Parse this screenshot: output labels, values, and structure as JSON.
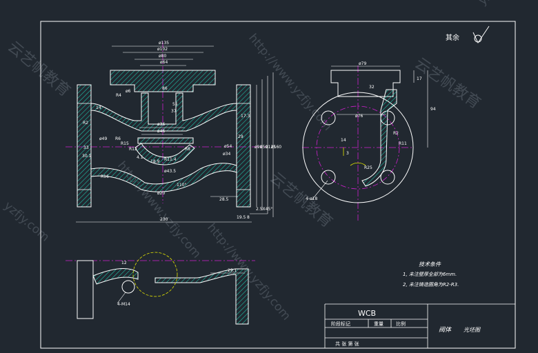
{
  "drawing": {
    "surface_mark": "其余",
    "title": "阀体",
    "subtitle": "光坯图",
    "material": "WCB",
    "tech_requirements": {
      "heading": "技术条件",
      "items": [
        "1, 未注壁厚全部为6mm.",
        "2, 未注铸造圆角为R2-R3."
      ]
    },
    "title_block": {
      "label_mark": "阶段标记",
      "label_weight": "重量",
      "label_scale": "比例",
      "label_sheets": "共 张 第 张"
    }
  },
  "dimensions": {
    "front": [
      "ø135",
      "ø102",
      "ø80",
      "ø64",
      "ø6",
      "86",
      "55",
      "37",
      "ø36",
      "ø46",
      "ø54",
      "14",
      "R2",
      "R4",
      "R6",
      "R12",
      "R15",
      "R11.4",
      "R8",
      "R16",
      "ø49",
      "33",
      "30.1",
      "4.1",
      "18.9",
      "ø43.5",
      "ø20",
      "110°",
      "ø34",
      "29",
      "ø90",
      "ø50",
      "ø125",
      "ø160",
      "17.3",
      "28.5",
      "2.5X45°",
      "19.5",
      "8",
      "230"
    ],
    "side": [
      "ø79",
      "17",
      "32",
      "94",
      "ø76",
      "14",
      "3",
      "R11",
      "R2",
      "R25",
      "4-ø18"
    ],
    "section": [
      "12",
      "29.1",
      "4-M14"
    ]
  },
  "colors": {
    "background": "#212830",
    "line": "#ffffff",
    "hatch": "#20c0a8",
    "centerline": "#d020d0",
    "hidden": "#e6e600",
    "watermark": "#5d6670"
  },
  "watermarks": [
    "http://www.yzfjy.com",
    "云艺帆教育",
    "yzfjy.com"
  ]
}
